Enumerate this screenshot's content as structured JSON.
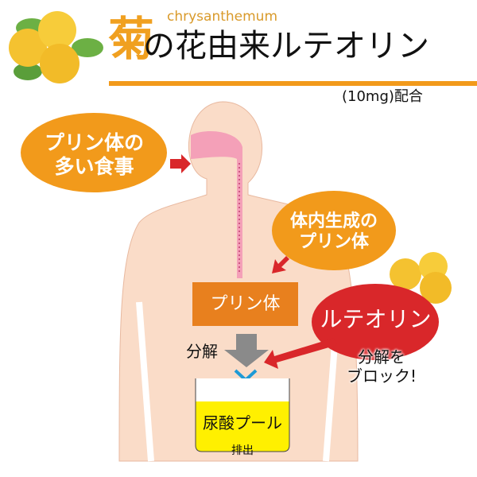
{
  "header": {
    "title_kanji": "菊",
    "title_rest": "の花由来ルテオリン",
    "subtitle_en": "chrysanthemum",
    "dosage": "(10mg)配合"
  },
  "diagram": {
    "bubble_diet": [
      "プリン体の",
      "多い食事"
    ],
    "bubble_internal": [
      "体内生成の",
      "プリン体"
    ],
    "purine_box": "プリン体",
    "decompose_label": "分解",
    "uric_pool": "尿酸プール",
    "excretion": "排出",
    "luteolin_bubble": "ルテオリン",
    "block_text": [
      "分解を",
      "ブロック!"
    ]
  },
  "colors": {
    "orange": "#f29a1b",
    "red": "#d9272a",
    "skin": "#fadcc8",
    "yellow": "#fff000",
    "blue": "#1e9ad6"
  }
}
